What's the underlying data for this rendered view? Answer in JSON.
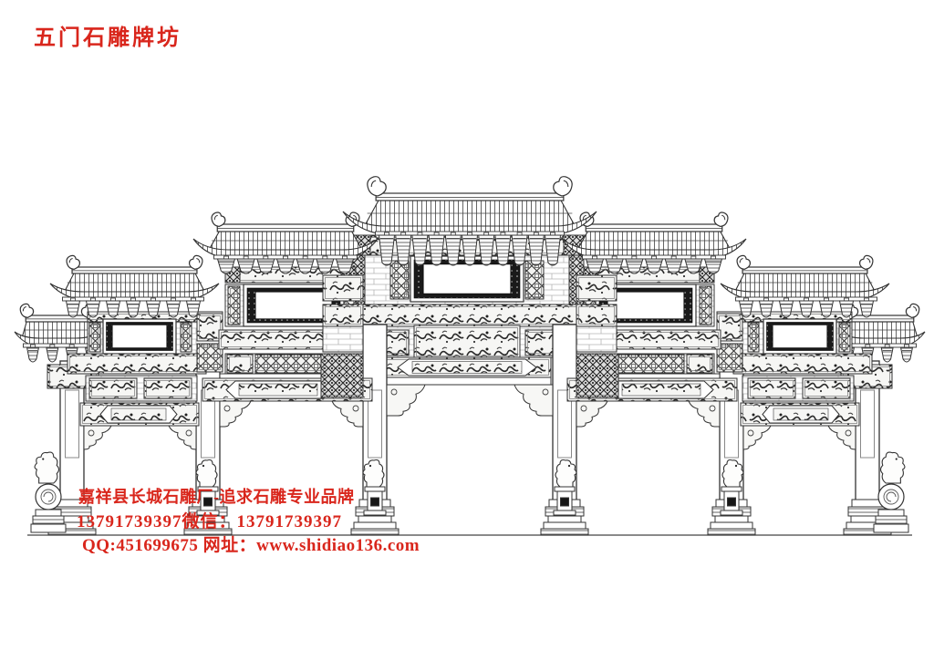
{
  "title": {
    "text": "五门石雕牌坊"
  },
  "footer": {
    "line1": "嘉祥县长城石雕厂-追求石雕专业品牌",
    "line2": "13791739397微信：13791739397",
    "line3": "QQ:451699675 网址：www.shidiao136.com"
  },
  "colors": {
    "accent_red": "#d9261c",
    "ink": "#333333",
    "paper": "#ffffff"
  },
  "artwork": {
    "subject": "five-gate stone archway line drawing",
    "gates": 5,
    "pillars": 6,
    "roofs": 7,
    "blank_plaques": 5
  }
}
